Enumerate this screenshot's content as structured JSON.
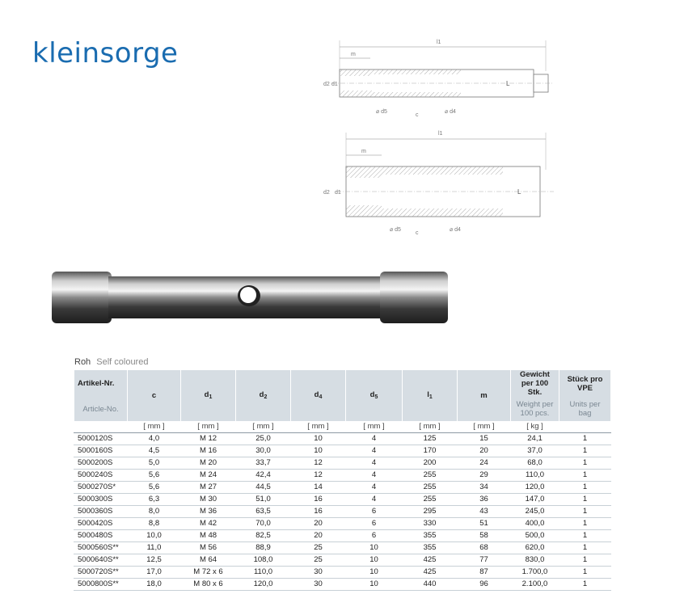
{
  "brand": {
    "name": "kleinsorge",
    "color": "#1a6cb0"
  },
  "drawing_labels": {
    "l1": "l1",
    "m": "m",
    "d1": "d1",
    "d2": "d2",
    "d4": "⌀ d4",
    "d5": "⌀ d5",
    "c": "c",
    "L": "L"
  },
  "section": {
    "label": "Roh",
    "sublabel": "Self coloured"
  },
  "table": {
    "header": {
      "article_de": "Artikel-Nr.",
      "article_en": "Article-No.",
      "c": "c",
      "d1": "d",
      "d1_sub": "1",
      "d2": "d",
      "d2_sub": "2",
      "d4": "d",
      "d4_sub": "4",
      "d5": "d",
      "d5_sub": "5",
      "l1": "l",
      "l1_sub": "1",
      "m": "m",
      "weight_de": "Gewicht per 100 Stk.",
      "weight_en": "Weight per 100 pcs.",
      "units_de": "Stück pro VPE",
      "units_en": "Units per bag"
    },
    "units": [
      "[ mm ]",
      "[ mm ]",
      "[ mm ]",
      "[ mm ]",
      "[ mm ]",
      "[ mm ]",
      "[ mm ]",
      "[ kg ]"
    ],
    "rows": [
      [
        "5000120S",
        "4,0",
        "M 12",
        "25,0",
        "10",
        "4",
        "125",
        "15",
        "24,1",
        "1"
      ],
      [
        "5000160S",
        "4,5",
        "M 16",
        "30,0",
        "10",
        "4",
        "170",
        "20",
        "37,0",
        "1"
      ],
      [
        "5000200S",
        "5,0",
        "M 20",
        "33,7",
        "12",
        "4",
        "200",
        "24",
        "68,0",
        "1"
      ],
      [
        "5000240S",
        "5,6",
        "M 24",
        "42,4",
        "12",
        "4",
        "255",
        "29",
        "110,0",
        "1"
      ],
      [
        "5000270S*",
        "5,6",
        "M 27",
        "44,5",
        "14",
        "4",
        "255",
        "34",
        "120,0",
        "1"
      ],
      [
        "5000300S",
        "6,3",
        "M 30",
        "51,0",
        "16",
        "4",
        "255",
        "36",
        "147,0",
        "1"
      ],
      [
        "5000360S",
        "8,0",
        "M 36",
        "63,5",
        "16",
        "6",
        "295",
        "43",
        "245,0",
        "1"
      ],
      [
        "5000420S",
        "8,8",
        "M 42",
        "70,0",
        "20",
        "6",
        "330",
        "51",
        "400,0",
        "1"
      ],
      [
        "5000480S",
        "10,0",
        "M 48",
        "82,5",
        "20",
        "6",
        "355",
        "58",
        "500,0",
        "1"
      ],
      [
        "5000560S**",
        "11,0",
        "M 56",
        "88,9",
        "25",
        "10",
        "355",
        "68",
        "620,0",
        "1"
      ],
      [
        "5000640S**",
        "12,5",
        "M 64",
        "108,0",
        "25",
        "10",
        "425",
        "77",
        "830,0",
        "1"
      ],
      [
        "5000720S**",
        "17,0",
        "M 72 x 6",
        "110,0",
        "30",
        "10",
        "425",
        "87",
        "1.700,0",
        "1"
      ],
      [
        "5000800S**",
        "18,0",
        "M 80 x 6",
        "120,0",
        "30",
        "10",
        "440",
        "96",
        "2.100,0",
        "1"
      ]
    ]
  }
}
